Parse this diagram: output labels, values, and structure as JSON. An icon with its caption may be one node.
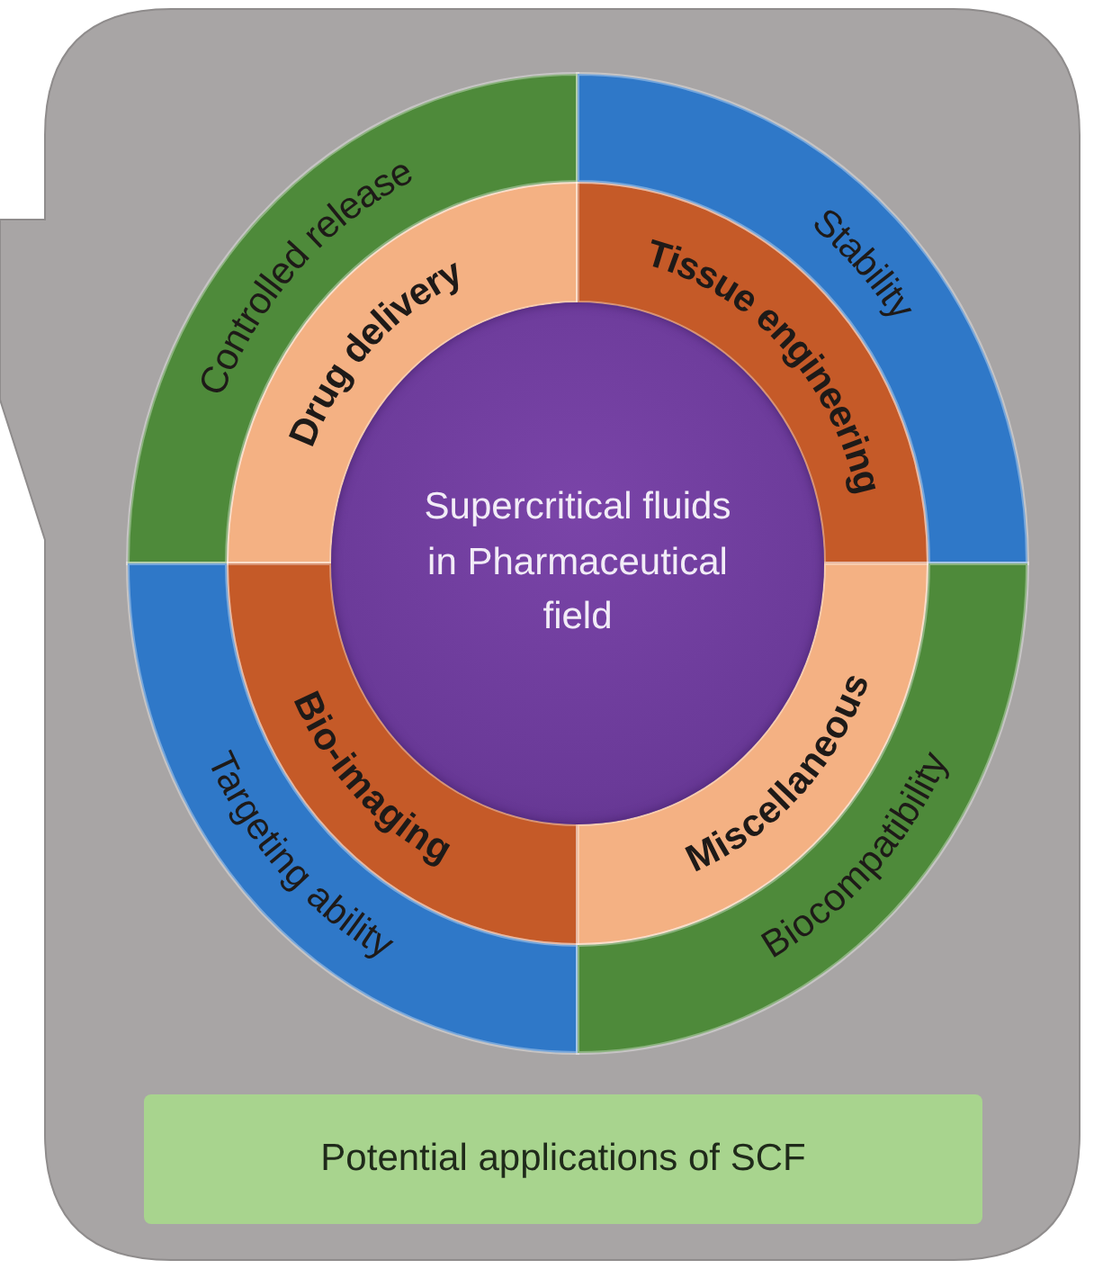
{
  "diagram": {
    "nodes": [
      {
        "text": [
          "Supercritical fluids in Pharmaceutical field"
        ]
      },
      {
        "text": [
          "Drug delivery"
        ]
      },
      {
        "text": [
          "Tissue engineering"
        ]
      },
      {
        "text": [
          "Bio-imaging"
        ]
      },
      {
        "text": [
          "Miscellaneous"
        ]
      },
      {
        "text": [
          "Controlled release"
        ]
      },
      {
        "text": [
          "Stability"
        ]
      },
      {
        "text": [
          "Targeting ability"
        ]
      },
      {
        "text": [
          "Biocompatibility"
        ]
      },
      {
        "text": [
          "Potential applications of SCF"
        ]
      }
    ]
  }
}
